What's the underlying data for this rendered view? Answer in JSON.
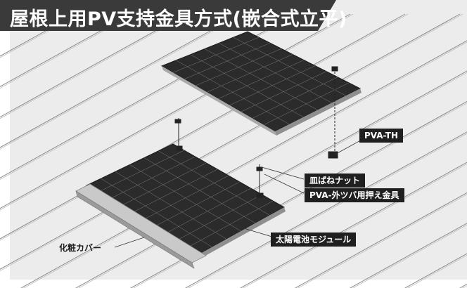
{
  "title": "屋根上用PV支持金具方式(嵌合式立平)",
  "labels": {
    "pva_th": "PVA-TH",
    "dish_spring_nut": "皿ばねナット",
    "pva_outer_clamp": "PVA-外ツバ用押え金具",
    "solar_module": "太陽電池モジュール",
    "cosmetic_cover": "化粧カバー"
  },
  "colors": {
    "title_bg": "#3a3a3a",
    "roof": "#ebebeb",
    "seam": "#8a8a8a",
    "panel": "#2a2a2a",
    "panel_grid": "#7a7a7a",
    "frame": "#b5b5b5",
    "label_bg": "#1f1f1f"
  }
}
